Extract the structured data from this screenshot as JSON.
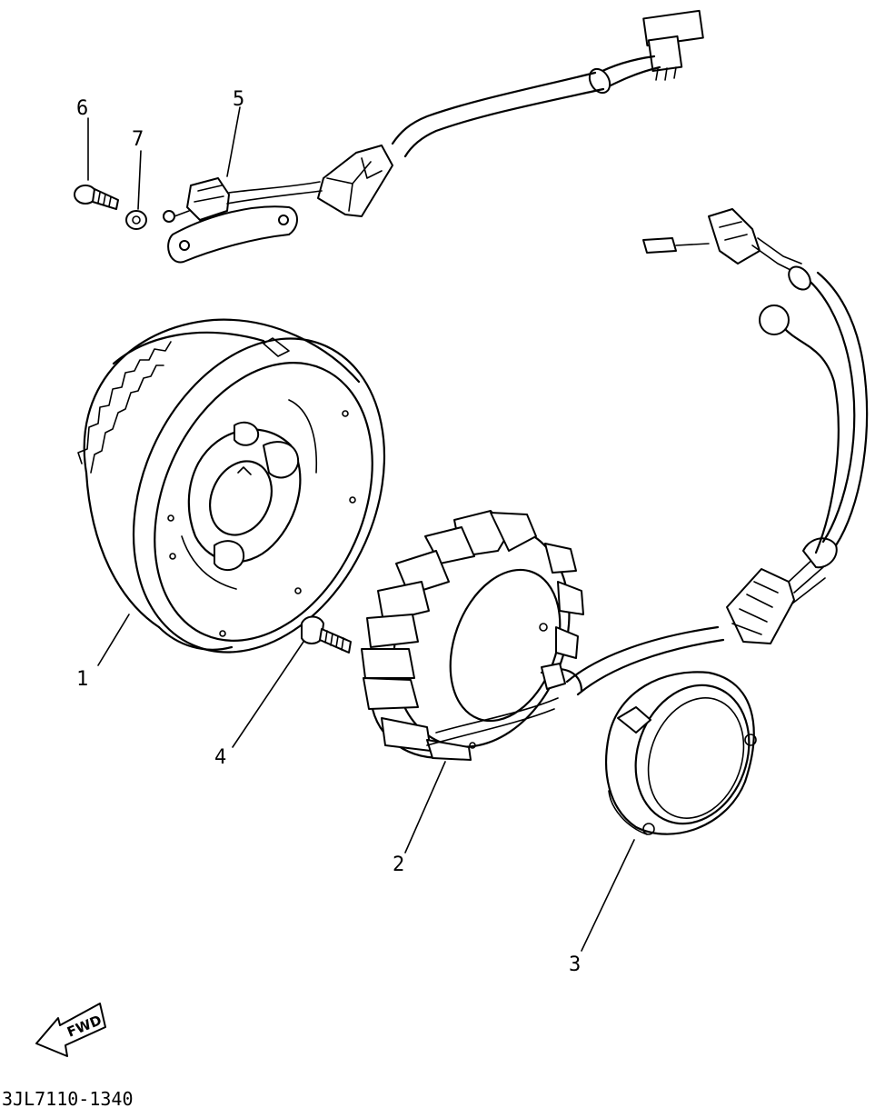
{
  "diagram": {
    "part_code": "3JL7110-1340",
    "fwd_label": "FWD",
    "callouts": {
      "flywheel": "1",
      "stator": "2",
      "cover_ring": "3",
      "stator_bolt": "4",
      "pickup_coil": "5",
      "screw": "6",
      "washer": "7"
    }
  }
}
